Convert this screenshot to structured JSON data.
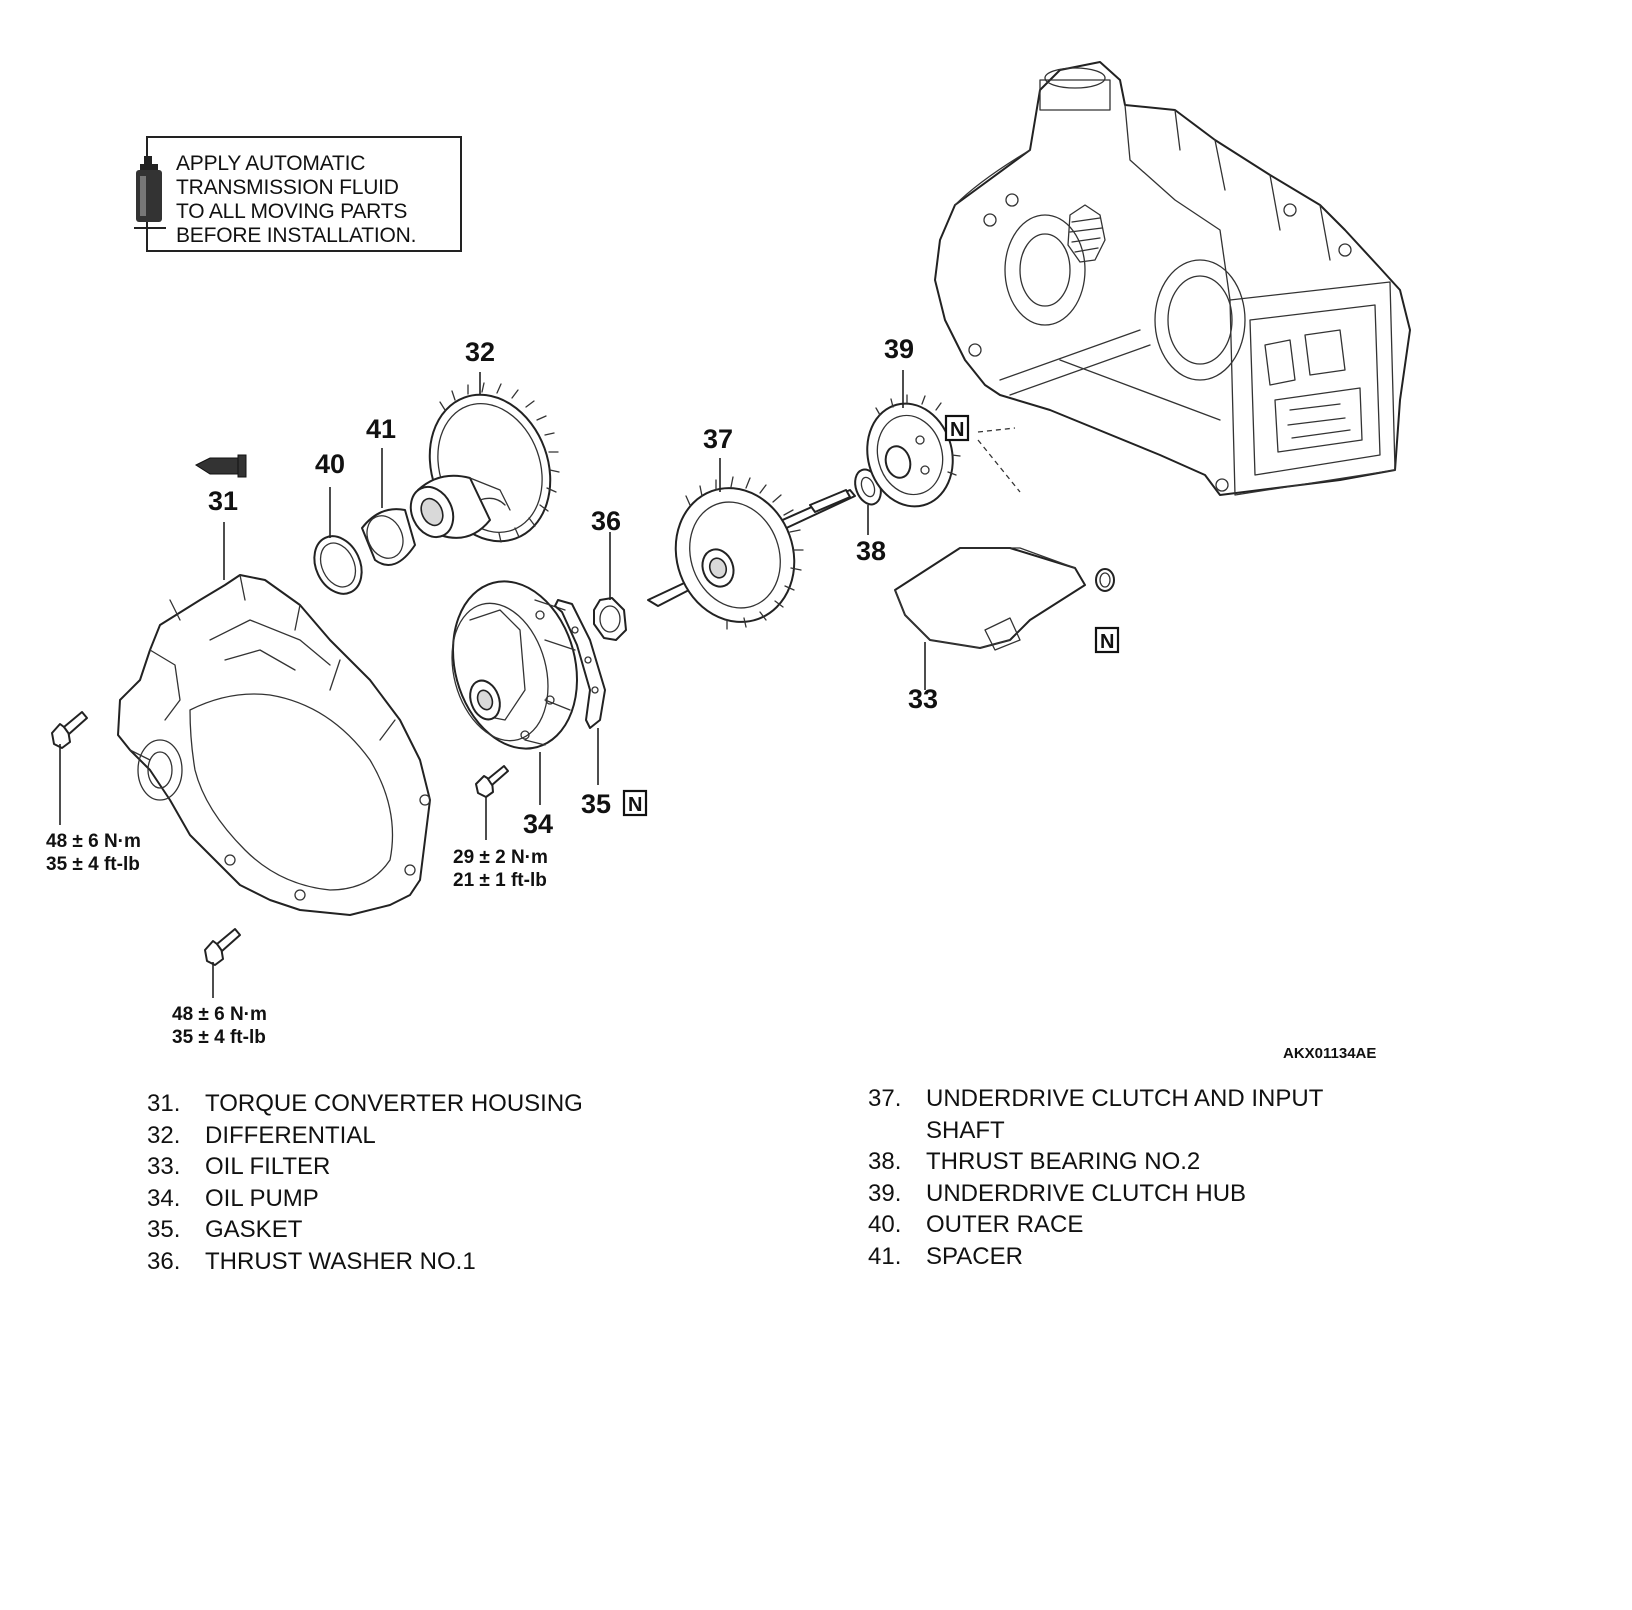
{
  "note": {
    "lines": [
      "APPLY AUTOMATIC",
      "TRANSMISSION FLUID",
      "TO ALL MOVING PARTS",
      "BEFORE INSTALLATION."
    ]
  },
  "callouts": {
    "c31": "31",
    "c32": "32",
    "c33": "33",
    "c34": "34",
    "c35": "35",
    "c36": "36",
    "c37": "37",
    "c38": "38",
    "c39": "39",
    "c40": "40",
    "c41": "41"
  },
  "n_mark": "N",
  "torque": {
    "bolt_left": {
      "nm": "48 ± 6 N·m",
      "ftlb": "35 ± 4 ft-lb"
    },
    "bolt_bottom": {
      "nm": "48 ± 6 N·m",
      "ftlb": "35 ± 4 ft-lb"
    },
    "bolt_pump": {
      "nm": "29 ± 2 N·m",
      "ftlb": "21 ± 1 ft-lb"
    }
  },
  "figure_code": "AKX01134AE",
  "legend_left": [
    {
      "num": "31.",
      "text": "TORQUE CONVERTER HOUSING"
    },
    {
      "num": "32.",
      "text": "DIFFERENTIAL"
    },
    {
      "num": "33.",
      "text": "OIL FILTER"
    },
    {
      "num": "34.",
      "text": "OIL PUMP"
    },
    {
      "num": "35.",
      "text": "GASKET"
    },
    {
      "num": "36.",
      "text": "THRUST WASHER NO.1"
    }
  ],
  "legend_right": [
    {
      "num": "37.",
      "text": "UNDERDRIVE CLUTCH AND INPUT SHAFT"
    },
    {
      "num": "38.",
      "text": "THRUST BEARING NO.2"
    },
    {
      "num": "39.",
      "text": "UNDERDRIVE CLUTCH HUB"
    },
    {
      "num": "40.",
      "text": "OUTER RACE"
    },
    {
      "num": "41.",
      "text": "SPACER"
    }
  ]
}
